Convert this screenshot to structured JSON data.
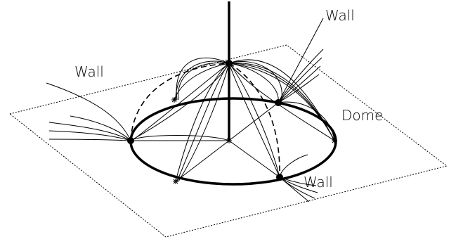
{
  "labels": {
    "wall_top_right": "Wall",
    "wall_left": "Wall",
    "dome": "Dome",
    "wall_bottom": "Wall"
  }
}
